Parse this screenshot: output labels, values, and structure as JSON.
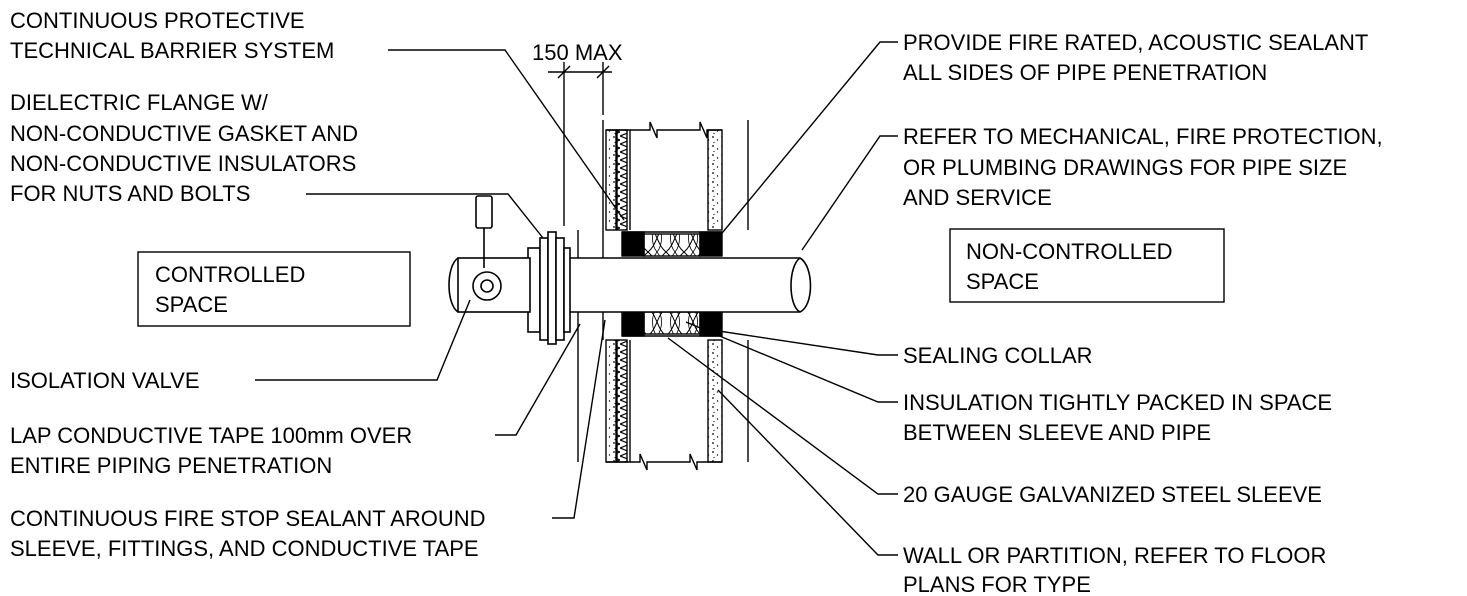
{
  "labels": {
    "barrier_1": "CONTINUOUS PROTECTIVE",
    "barrier_2": "TECHNICAL BARRIER SYSTEM",
    "dimension": "150 MAX",
    "flange_1": "DIELECTRIC FLANGE W/",
    "flange_2": "NON-CONDUCTIVE GASKET AND",
    "flange_3": "NON-CONDUCTIVE INSULATORS",
    "flange_4": "FOR NUTS AND BOLTS",
    "controlled_1": "CONTROLLED",
    "controlled_2": "SPACE",
    "isolation_valve": "ISOLATION VALVE",
    "tape_1": "LAP CONDUCTIVE TAPE 100mm OVER",
    "tape_2": "ENTIRE PIPING PENETRATION",
    "firestop_1": "CONTINUOUS FIRE STOP SEALANT AROUND",
    "firestop_2": "SLEEVE, FITTINGS, AND CONDUCTIVE TAPE",
    "sealant_1": "PROVIDE FIRE RATED, ACOUSTIC SEALANT",
    "sealant_2": "ALL SIDES OF PIPE PENETRATION",
    "refer_1": "REFER TO MECHANICAL, FIRE PROTECTION,",
    "refer_2": "OR PLUMBING DRAWINGS FOR PIPE SIZE",
    "refer_3": "AND SERVICE",
    "noncontrolled_1": "NON-CONTROLLED",
    "noncontrolled_2": "SPACE",
    "collar": "SEALING COLLAR",
    "insulation_1": "INSULATION TIGHTLY PACKED IN SPACE",
    "insulation_2": "BETWEEN SLEEVE AND PIPE",
    "sleeve": "20 GAUGE GALVANIZED STEEL SLEEVE",
    "wall_1": "WALL OR PARTITION, REFER TO FLOOR",
    "wall_2": "PLANS FOR TYPE"
  },
  "colors": {
    "line": "#000000",
    "background": "#ffffff"
  }
}
